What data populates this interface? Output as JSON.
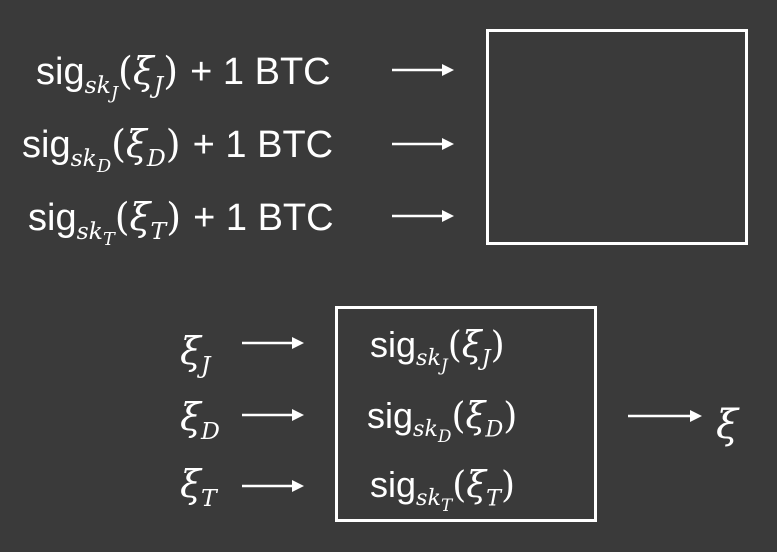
{
  "diagram": {
    "top_inputs": [
      {
        "sig": "sig",
        "sub_base": "sk",
        "sub_idx": "J",
        "xi": "ξ",
        "xi_idx": "J",
        "amount": "+ 1 BTC"
      },
      {
        "sig": "sig",
        "sub_base": "sk",
        "sub_idx": "D",
        "xi": "ξ",
        "xi_idx": "D",
        "amount": "+ 1 BTC"
      },
      {
        "sig": "sig",
        "sub_base": "sk",
        "sub_idx": "T",
        "xi": "ξ",
        "xi_idx": "T",
        "amount": "+ 1 BTC"
      }
    ],
    "bottom_inputs": [
      {
        "xi": "ξ",
        "xi_idx": "J"
      },
      {
        "xi": "ξ",
        "xi_idx": "D"
      },
      {
        "xi": "ξ",
        "xi_idx": "T"
      }
    ],
    "bottom_box_rows": [
      {
        "sig": "sig",
        "sub_base": "sk",
        "sub_idx": "J",
        "xi": "ξ",
        "xi_idx": "J"
      },
      {
        "sig": "sig",
        "sub_base": "sk",
        "sub_idx": "D",
        "xi": "ξ",
        "xi_idx": "D"
      },
      {
        "sig": "sig",
        "sub_base": "sk",
        "sub_idx": "T",
        "xi": "ξ",
        "xi_idx": "T"
      }
    ],
    "output": "ξ"
  },
  "colors": {
    "background": "#3a3a3a",
    "foreground": "#ffffff"
  }
}
